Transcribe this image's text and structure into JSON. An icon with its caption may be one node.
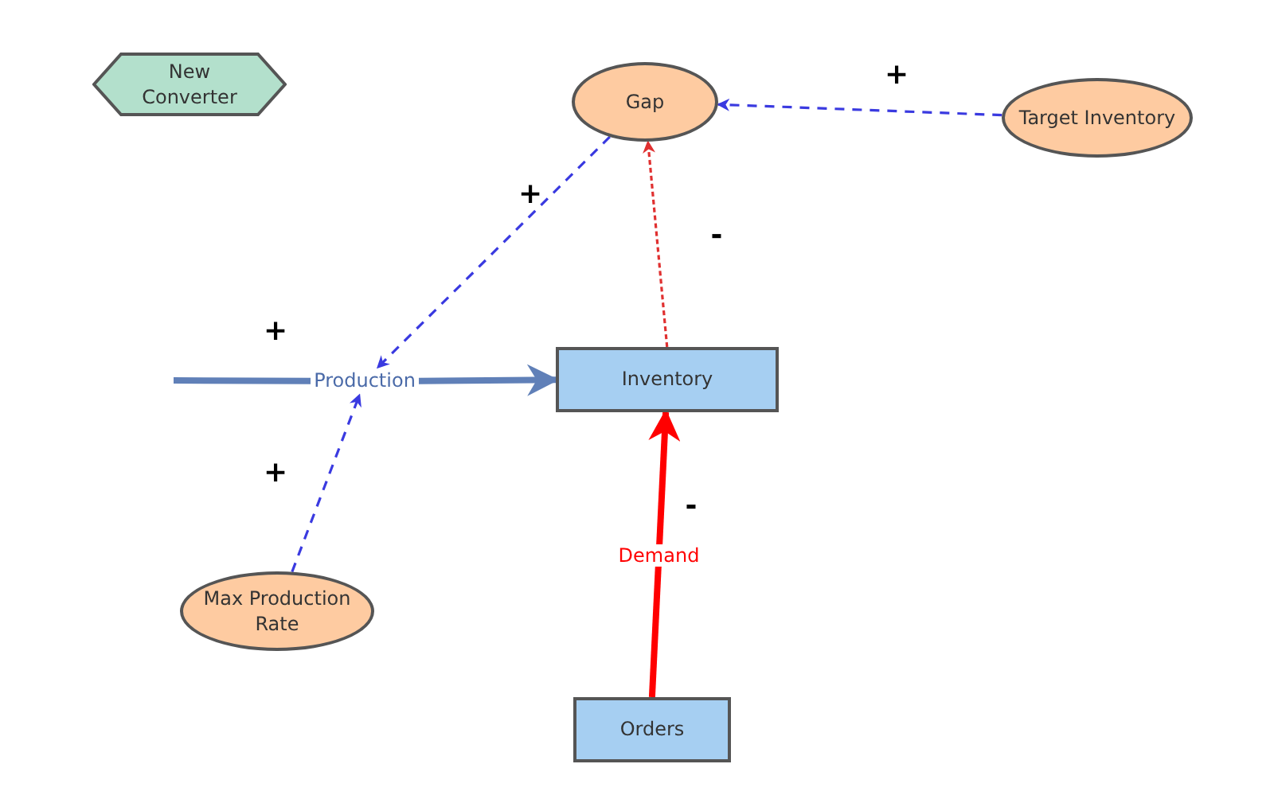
{
  "diagram": {
    "nodes": [
      {
        "text": [
          "New Converter"
        ]
      },
      {
        "text": [
          "Gap"
        ]
      },
      {
        "text": [
          "Target Inventory"
        ]
      },
      {
        "text": [
          "Production"
        ]
      },
      {
        "text": [
          "Inventory"
        ]
      },
      {
        "text": [
          "Max Production Rate"
        ]
      },
      {
        "text": [
          "Orders"
        ]
      }
    ],
    "edges": [
      {
        "from": 2,
        "to": 1,
        "arrow": "to",
        "style": "dashed"
      },
      {
        "from": 4,
        "to": 1,
        "arrow": "to",
        "style": "dashed",
        "color": "#e03030"
      },
      {
        "from": 1,
        "to": 3,
        "arrow": "to",
        "style": "dashed"
      },
      {
        "from": 5,
        "to": 3,
        "arrow": "to",
        "style": "dashed"
      },
      {
        "from": null,
        "to": 3,
        "arrow": "none",
        "style": "thick",
        "color": "#6080b8"
      },
      {
        "from": 3,
        "to": 4,
        "arrow": "to",
        "style": "thick",
        "color": "#6080b8"
      },
      {
        "from": 6,
        "to": 4,
        "arrow": "to",
        "style": "thick",
        "color": "#ff0000",
        "label": "Demand"
      }
    ],
    "labels": [
      "+",
      "+",
      "-",
      "+",
      "+",
      "-"
    ]
  }
}
